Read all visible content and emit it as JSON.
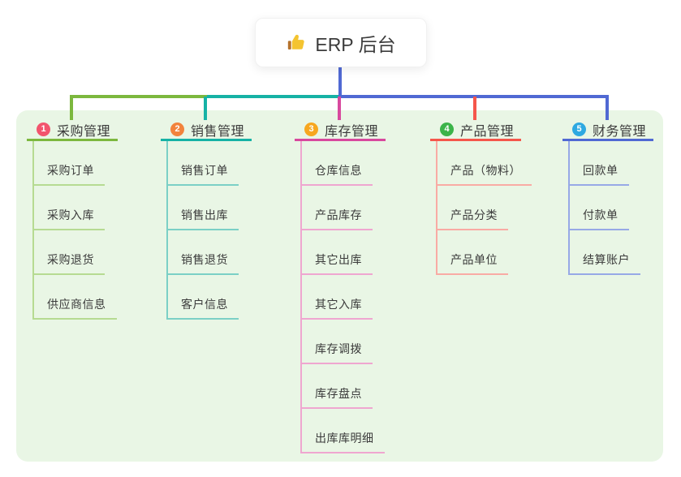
{
  "root": {
    "label": "ERP 后台",
    "icon": "thumbs-up-icon"
  },
  "canvas": {
    "panel_bg": "#e9f6e5",
    "trunk_color": "#5069d3",
    "text_color": "#3b3b3b"
  },
  "branches": [
    {
      "number": "1",
      "label": "采购管理",
      "badge_color": "#f2546d",
      "line_color": "#7cb83e",
      "light_color": "#b6db92",
      "children": [
        "采购订单",
        "采购入库",
        "采购退货",
        "供应商信息"
      ]
    },
    {
      "number": "2",
      "label": "销售管理",
      "badge_color": "#f2833c",
      "line_color": "#16b2a5",
      "light_color": "#7bd0c6",
      "children": [
        "销售订单",
        "销售出库",
        "销售退货",
        "客户信息"
      ]
    },
    {
      "number": "3",
      "label": "库存管理",
      "badge_color": "#f7a71f",
      "line_color": "#d8499e",
      "light_color": "#efa6d0",
      "children": [
        "仓库信息",
        "产品库存",
        "其它出库",
        "其它入库",
        "库存调拨",
        "库存盘点",
        "出库库明细"
      ]
    },
    {
      "number": "4",
      "label": "产品管理",
      "badge_color": "#3bb449",
      "line_color": "#f5564b",
      "light_color": "#f9aba4",
      "children": [
        "产品（物料）",
        "产品分类",
        "产品单位"
      ]
    },
    {
      "number": "5",
      "label": "财务管理",
      "badge_color": "#2ea9e1",
      "line_color": "#5069d3",
      "light_color": "#97a9e6",
      "children": [
        "回款单",
        "付款单",
        "结算账户"
      ]
    }
  ]
}
